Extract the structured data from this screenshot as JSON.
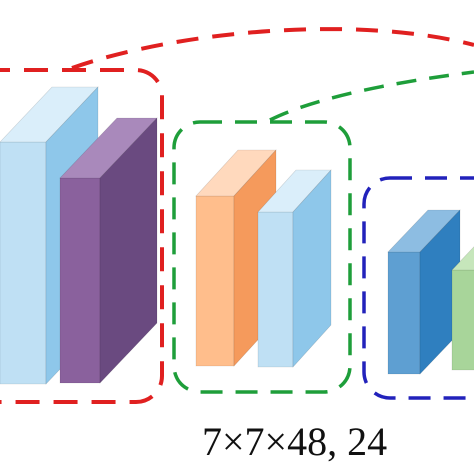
{
  "diagram": {
    "groups": [
      {
        "name": "group-1",
        "border_color": "#e02020",
        "blocks": [
          {
            "name": "light-blue-block",
            "front": "#bfe0f4",
            "side": "#8ec7ea",
            "top": "#daeefa"
          },
          {
            "name": "purple-block",
            "front": "#8a619d",
            "side": "#6a4a80",
            "top": "#a989bb"
          }
        ]
      },
      {
        "name": "group-2",
        "border_color": "#1e9e3a",
        "blocks": [
          {
            "name": "orange-block",
            "front": "#ffbe8c",
            "side": "#f59a5c",
            "top": "#ffd9bd"
          },
          {
            "name": "blue-block",
            "front": "#bfe0f4",
            "side": "#8ec7ea",
            "top": "#daeefa"
          }
        ]
      },
      {
        "name": "group-3",
        "border_color": "#2222bb",
        "blocks": [
          {
            "name": "dark-blue-block",
            "front": "#5e9fd2",
            "side": "#2f7fbf",
            "top": "#8dbde2"
          },
          {
            "name": "green-block",
            "front": "#a8d59a",
            "side": "#7fbf6e",
            "top": "#c6e6bb"
          }
        ]
      }
    ],
    "connectors": [
      {
        "name": "red-connector",
        "color": "#e02020"
      },
      {
        "name": "green-connector",
        "color": "#1e9e3a"
      }
    ],
    "dimension_label": "7×7×48, 24"
  }
}
